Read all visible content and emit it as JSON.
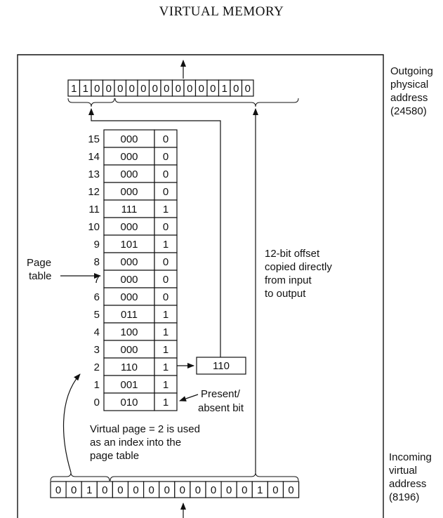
{
  "page_title": "VIRTUAL MEMORY",
  "outgoing": {
    "bits": [
      "1",
      "1",
      "0",
      "0",
      "0",
      "0",
      "0",
      "0",
      "0",
      "0",
      "0",
      "0",
      "0",
      "1",
      "0",
      "0"
    ],
    "label_lines": [
      "Outgoing",
      "physical",
      "address",
      "(24580)"
    ]
  },
  "incoming": {
    "bits": [
      "0",
      "0",
      "1",
      "0",
      "0",
      "0",
      "0",
      "0",
      "0",
      "0",
      "0",
      "0",
      "0",
      "1",
      "0",
      "0"
    ],
    "label_lines": [
      "Incoming",
      "virtual",
      "address",
      "(8196)"
    ]
  },
  "page_table": {
    "label_lines": [
      "Page",
      "table"
    ],
    "rows": [
      {
        "index": "15",
        "frame": "000",
        "present": "0"
      },
      {
        "index": "14",
        "frame": "000",
        "present": "0"
      },
      {
        "index": "13",
        "frame": "000",
        "present": "0"
      },
      {
        "index": "12",
        "frame": "000",
        "present": "0"
      },
      {
        "index": "11",
        "frame": "111",
        "present": "1"
      },
      {
        "index": "10",
        "frame": "000",
        "present": "0"
      },
      {
        "index": "9",
        "frame": "101",
        "present": "1"
      },
      {
        "index": "8",
        "frame": "000",
        "present": "0"
      },
      {
        "index": "7",
        "frame": "000",
        "present": "0"
      },
      {
        "index": "6",
        "frame": "000",
        "present": "0"
      },
      {
        "index": "5",
        "frame": "011",
        "present": "1"
      },
      {
        "index": "4",
        "frame": "100",
        "present": "1"
      },
      {
        "index": "3",
        "frame": "000",
        "present": "1"
      },
      {
        "index": "2",
        "frame": "110",
        "present": "1"
      },
      {
        "index": "1",
        "frame": "001",
        "present": "1"
      },
      {
        "index": "0",
        "frame": "010",
        "present": "1"
      }
    ]
  },
  "selected_frame": "110",
  "present_label_lines": [
    "Present/",
    "absent bit"
  ],
  "offset_note_lines": [
    "12-bit offset",
    "copied directly",
    "from input",
    "to output"
  ],
  "index_note_lines": [
    "Virtual page = 2 is used",
    "as an index into the",
    "page table"
  ]
}
